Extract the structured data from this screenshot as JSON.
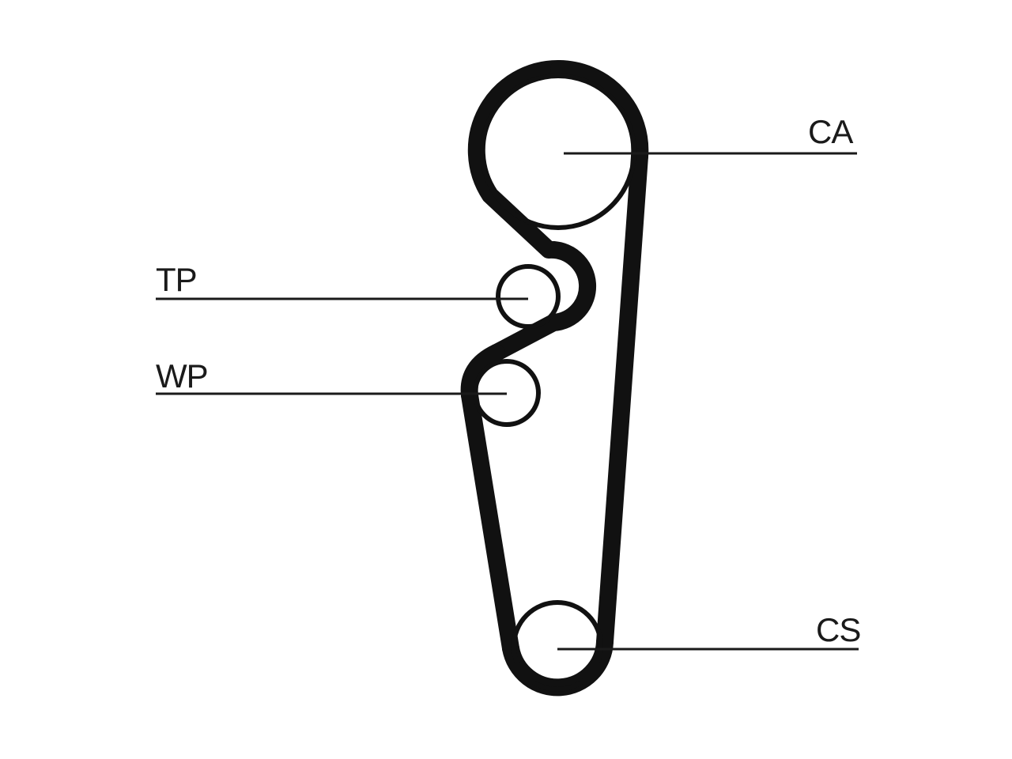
{
  "diagram": {
    "labels": {
      "ca": "CA",
      "tp": "TP",
      "wp": "WP",
      "cs": "CS"
    },
    "colors": {
      "belt": "#111111",
      "pulley": "#111111",
      "leader": "#1a1a1a",
      "background": "#ffffff"
    }
  }
}
